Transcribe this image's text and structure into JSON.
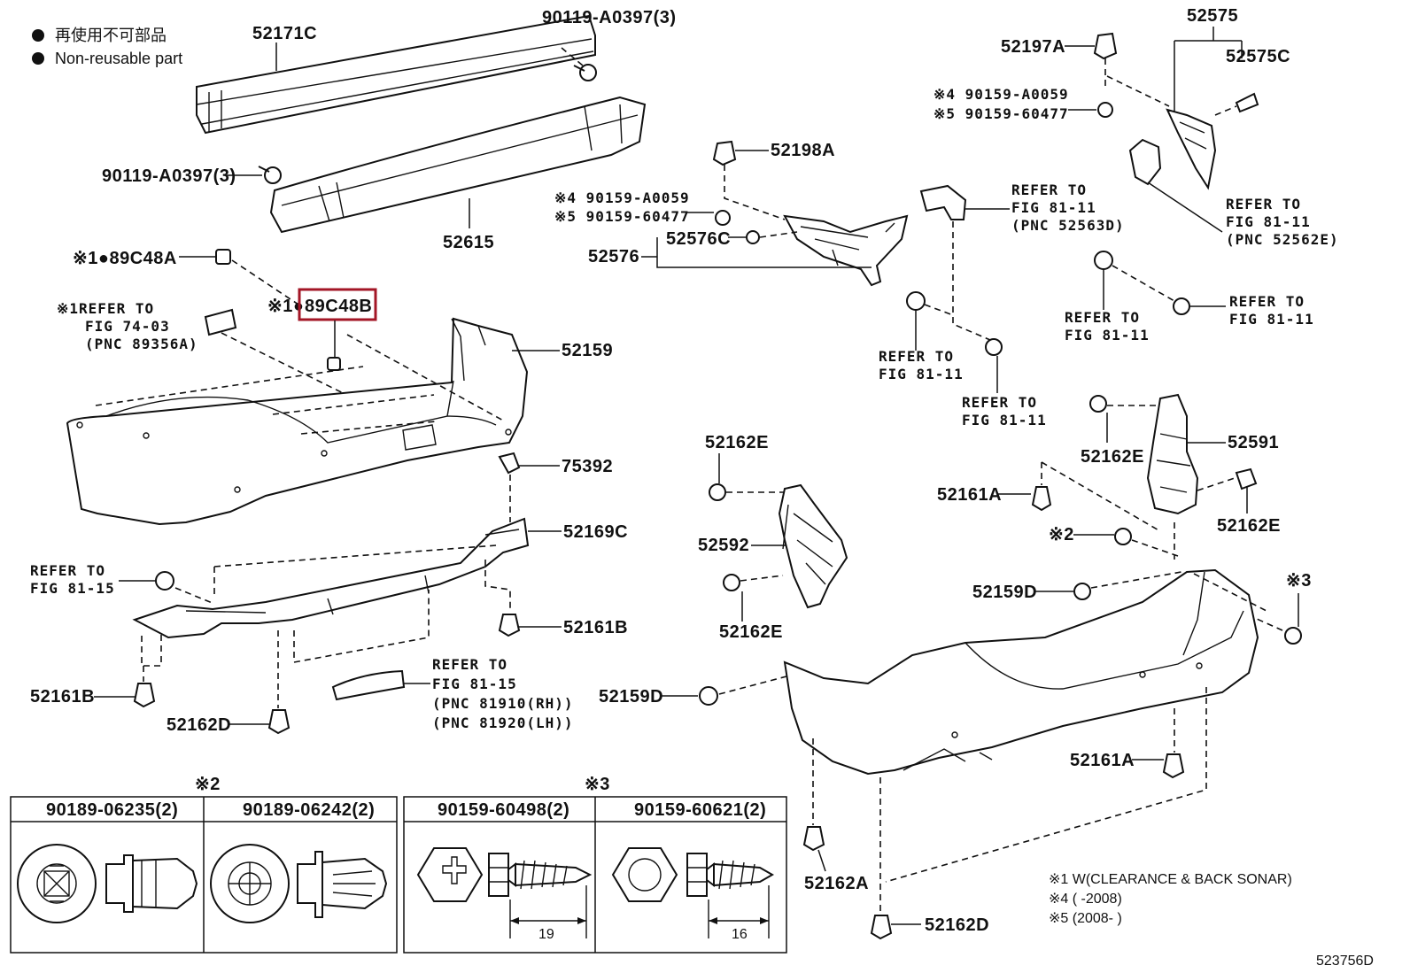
{
  "legend": {
    "line1": "再使用不可部品",
    "line2": "Non-reusable part"
  },
  "callouts": {
    "p52171C": "52171C",
    "p90119_top": "90119-A0397(3)",
    "p90119_left": "90119-A0397(3)",
    "p52615": "52615",
    "p89C48A": "※1●89C48A",
    "p89C48B_prefix": "※1●",
    "p89C48B": "89C48B",
    "ref7403_l1": "※1REFER TO",
    "ref7403_l2": "FIG 74-03",
    "ref7403_l3": "(PNC 89356A)",
    "p52159": "52159",
    "p75392": "75392",
    "p52169C": "52169C",
    "ref8115a_l1": "REFER TO",
    "ref8115a_l2": "FIG 81-15",
    "p52161B_r": "52161B",
    "p52161B_l": "52161B",
    "p52162D_l": "52162D",
    "ref8115b_l1": "REFER TO",
    "ref8115b_l2": "FIG 81-15",
    "ref8115b_l3": "(PNC 81910(RH))",
    "ref8115b_l4": "(PNC 81920(LH))",
    "p52198A": "52198A",
    "m_a0059_mid": "※4 90159-A0059",
    "m_60477_mid": "※5 90159-60477",
    "p52576C": "52576C",
    "p52576": "52576",
    "ref52563_l1": "REFER TO",
    "ref52563_l2": "FIG 81-11",
    "ref52563_l3": "(PNC 52563D)",
    "ref8111a_l1": "REFER TO",
    "ref8111a_l2": "FIG 81-11",
    "ref8111b_l1": "REFER TO",
    "ref8111b_l2": "FIG 81-11",
    "p52197A": "52197A",
    "m_a0059_top": "※4 90159-A0059",
    "m_60477_top": "※5 90159-60477",
    "p52575": "52575",
    "p52575C": "52575C",
    "ref52562_l1": "REFER TO",
    "ref52562_l2": "FIG 81-11",
    "ref52562_l3": "(PNC 52562E)",
    "ref8111c_l1": "REFER TO",
    "ref8111c_l2": "FIG 81-11",
    "ref8111d_l1": "REFER TO",
    "ref8111d_l2": "FIG 81-11",
    "p52162E_mid": "52162E",
    "p52592": "52592",
    "p52162E_low": "52162E",
    "p52162E_r1": "52162E",
    "p52591": "52591",
    "p52161A_top": "52161A",
    "p52162E_r2": "52162E",
    "mark2": "※2",
    "p52159D_r": "52159D",
    "mark3": "※3",
    "p52159D_l": "52159D",
    "p52161A_low": "52161A",
    "p52162A": "52162A",
    "p52162D_low": "52162D"
  },
  "table": {
    "group1_mark": "※2",
    "group2_mark": "※3",
    "col1": "90189-06235(2)",
    "col2": "90189-06242(2)",
    "col3": "90159-60498(2)",
    "col4": "90159-60621(2)",
    "dim3": "19",
    "dim4": "16"
  },
  "notes": {
    "n1": "※1 W(CLEARANCE & BACK SONAR)",
    "n4": "※4 (      -2008)",
    "n5": "※5 (2008-       )"
  },
  "figure_id": "523756D"
}
